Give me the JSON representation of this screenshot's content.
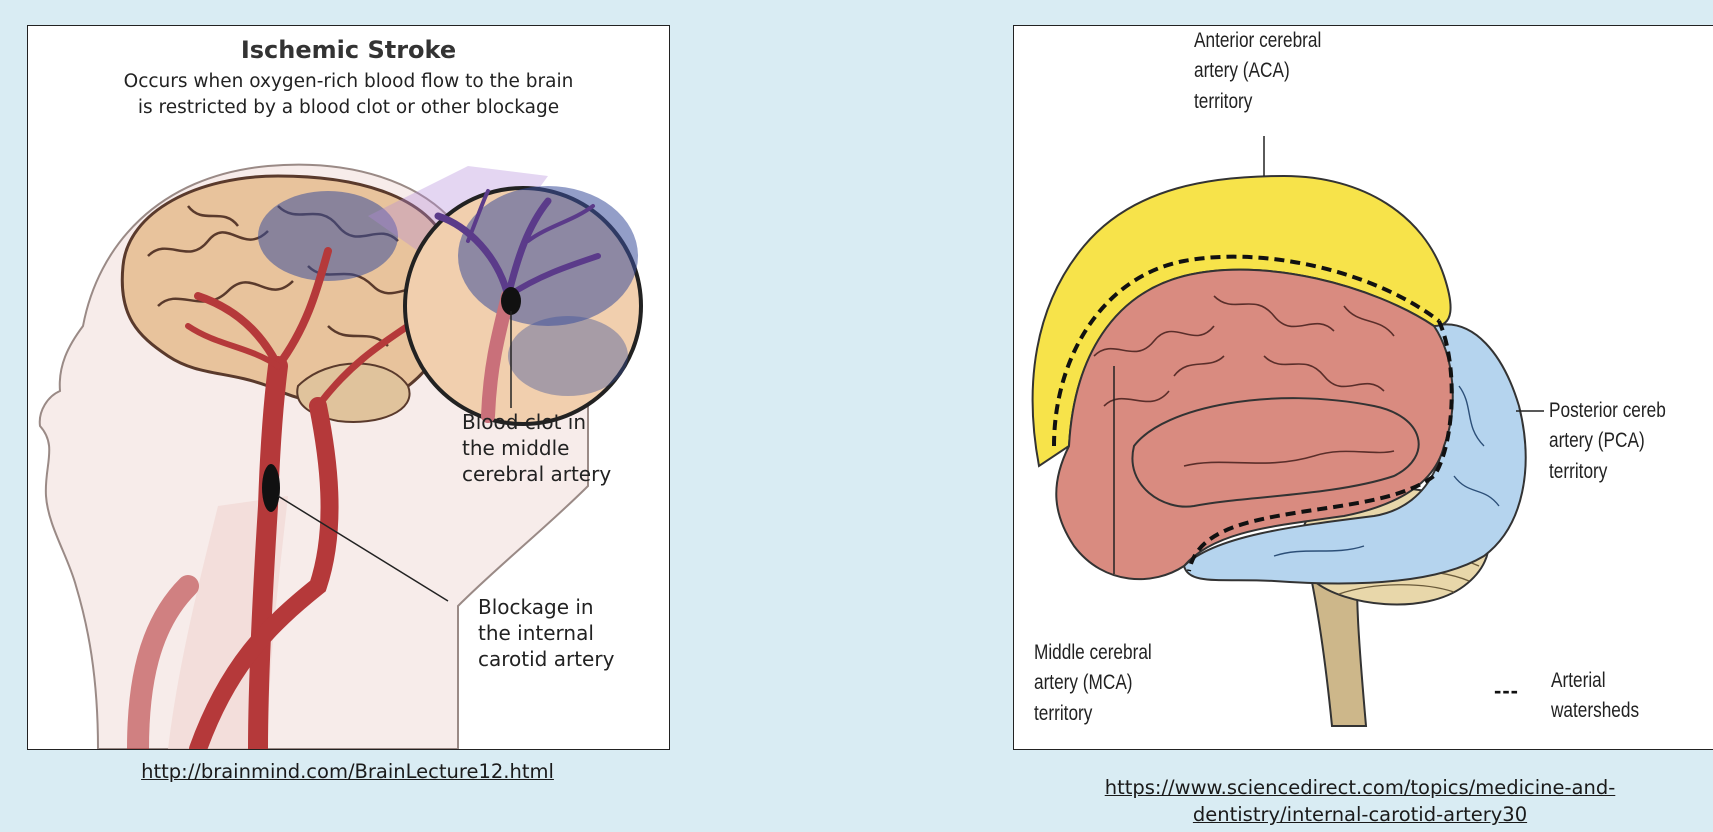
{
  "left_figure": {
    "title": "Ischemic Stroke",
    "subtitle_line1": "Occurs when oxygen-rich blood flow to the brain",
    "subtitle_line2": "is restricted by a blood clot or other blockage",
    "callout_clot": "Blood clot in\nthe middle\ncerebral artery",
    "callout_blockage": "Blockage in\nthe internal\ncarotid artery",
    "source_link": "http://brainmind.com/BrainLecture12.html"
  },
  "right_figure": {
    "aca_label": "Anterior cerebral\nartery (ACA)\nterritory",
    "pca_label": "Posterior cereb\nartery (PCA)\nterritory",
    "mca_label": "Middle cerebral\nartery (MCA)\nterritory",
    "legend_dashes": "---",
    "legend_label": "Arterial\nwatersheds",
    "source_link_line1": "https://www.sciencedirect.com/topics/medicine-and-",
    "source_link_line2": "dentistry/internal-carotid-artery30"
  },
  "colors": {
    "background": "#d9ecf3",
    "aca_territory": "#f7e34a",
    "mca_territory": "#d98b80",
    "pca_territory": "#b5d4ee",
    "cerebellum": "#e8d7aa",
    "brainstem": "#cdb78a",
    "artery": "#b5393a",
    "clot": "#111111",
    "ischemia": "#3a4f9a"
  }
}
